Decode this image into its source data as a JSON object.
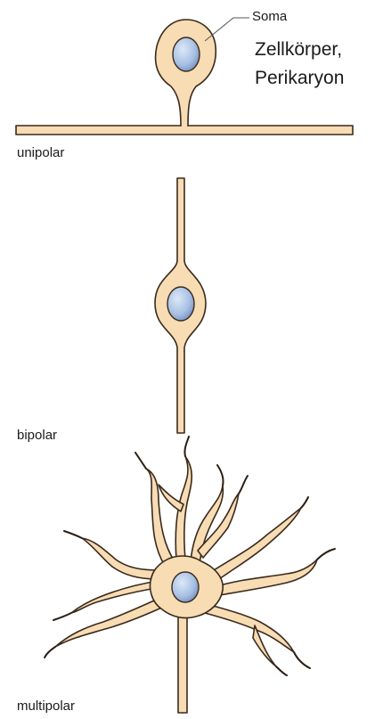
{
  "labels": {
    "soma": "Soma",
    "german_1": "Zellkörper,",
    "german_2": "Perikaryon",
    "unipolar": "unipolar",
    "bipolar": "bipolar",
    "multipolar": "multipolar"
  },
  "colors": {
    "cytoplasm": "#f7dcb4",
    "outline": "#3a2a1c",
    "nucleus_light": "#cfe0f5",
    "nucleus_dark": "#7f9cc9",
    "text": "#1a1a1a"
  }
}
